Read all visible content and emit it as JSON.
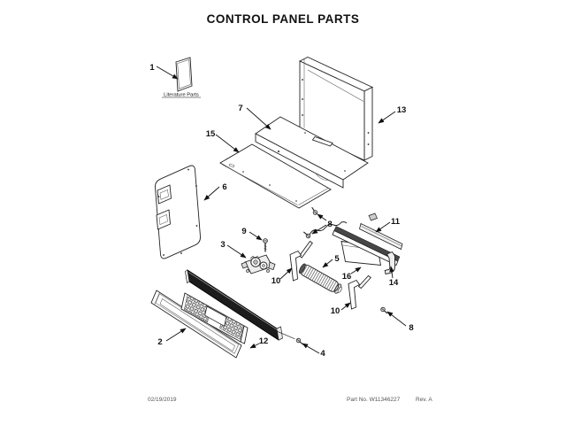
{
  "title": "CONTROL PANEL PARTS",
  "literature": {
    "caption": "Literature Parts"
  },
  "callouts": {
    "item1": "1",
    "item2": "2",
    "item3": "3",
    "item4": "4",
    "item5": "5",
    "item6": "6",
    "item7": "7",
    "item8": "8",
    "item9": "9",
    "item10": "10",
    "item11": "11",
    "item12": "12",
    "item13": "13",
    "item14": "14",
    "item15": "15",
    "item16": "16"
  },
  "footer": {
    "date": "02/19/2019",
    "part_no": "Part No. W11346227",
    "revision": "Rev. A"
  },
  "colors": {
    "ink": "#1a1a1a",
    "glass_panel": "#1c1c1c",
    "rail_dark": "#474747"
  }
}
